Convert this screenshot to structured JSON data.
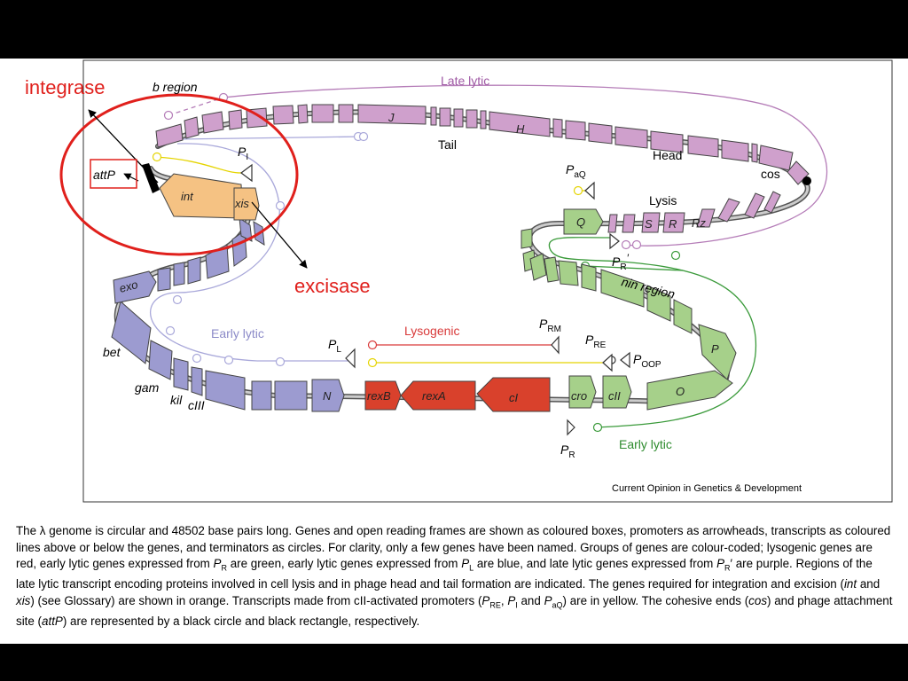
{
  "annotations": {
    "integrase": "integrase",
    "excisase": "excisase"
  },
  "labels": {
    "b_region": "b region",
    "late_lytic": "Late lytic",
    "tail": "Tail",
    "head": "Head",
    "cos": "cos",
    "lysis": "Lysis",
    "nin_region": "nin region",
    "early_lytic_left": "Early lytic",
    "early_lytic_right": "Early lytic",
    "lysogenic": "Lysogenic",
    "attP": "attP",
    "bet": "bet",
    "gam": "gam",
    "kil": "kil",
    "cIII": "cIII"
  },
  "promoters": {
    "PI": "P",
    "PI_sub": "I",
    "PaQ": "P",
    "PaQ_sub": "aQ",
    "PR_prime": "P",
    "PR_prime_sub": "R",
    "PR_prime_sup": "′",
    "PL": "P",
    "PL_sub": "L",
    "PRM": "P",
    "PRM_sub": "RM",
    "PRE": "P",
    "PRE_sub": "RE",
    "POOP": "P",
    "POOP_sub": "OOP",
    "PR": "P",
    "PR_sub": "R"
  },
  "genes": {
    "int": "int",
    "xis": "xis",
    "exo": "exo",
    "N": "N",
    "rexB": "rexB",
    "rexA": "rexA",
    "cI": "cI",
    "cro": "cro",
    "cII": "cII",
    "O": "O",
    "P": "P",
    "Q": "Q",
    "S": "S",
    "R": "R",
    "Rz": "Rz",
    "J": "J",
    "H": "H"
  },
  "credit": "Current Opinion in Genetics & Development",
  "caption": [
    {
      "t": "The λ genome is circular and 48502 base pairs long. Genes and open reading frames are shown as coloured boxes, promoters as arrowheads, transcripts as coloured lines above or below the genes, and terminators as circles. For clarity, only a few genes have been named. Groups of genes are colour-coded; lysogenic genes are red, early lytic genes expressed from ",
      "s": "n"
    },
    {
      "t": "P",
      "s": "i"
    },
    {
      "t": "R",
      "s": "sub"
    },
    {
      "t": " are green, early lytic genes expressed from ",
      "s": "n"
    },
    {
      "t": "P",
      "s": "i"
    },
    {
      "t": "L",
      "s": "sub"
    },
    {
      "t": " are blue, and late lytic genes expressed from ",
      "s": "n"
    },
    {
      "t": "P",
      "s": "i"
    },
    {
      "t": "R",
      "s": "sub"
    },
    {
      "t": "′",
      "s": "n"
    },
    {
      "t": " are purple. Regions of the late lytic transcript encoding proteins involved in cell lysis and in phage head and tail formation are indicated. The genes required for integration and excision (",
      "s": "n"
    },
    {
      "t": "int",
      "s": "i"
    },
    {
      "t": " and ",
      "s": "n"
    },
    {
      "t": "xis",
      "s": "i"
    },
    {
      "t": ") (see Glossary) are shown in orange. Transcripts made from cII-activated promoters (",
      "s": "n"
    },
    {
      "t": "P",
      "s": "i"
    },
    {
      "t": "RE",
      "s": "sub"
    },
    {
      "t": ", ",
      "s": "n"
    },
    {
      "t": "P",
      "s": "i"
    },
    {
      "t": "I",
      "s": "sub"
    },
    {
      "t": " and ",
      "s": "n"
    },
    {
      "t": "P",
      "s": "i"
    },
    {
      "t": "aQ",
      "s": "sub"
    },
    {
      "t": ") are in yellow. The cohesive ends (",
      "s": "n"
    },
    {
      "t": "cos",
      "s": "i"
    },
    {
      "t": ") and phage attachment site (",
      "s": "n"
    },
    {
      "t": "attP",
      "s": "i"
    },
    {
      "t": ") are represented by a black circle and black rectangle, respectively.",
      "s": "n"
    }
  ],
  "colors": {
    "purple": "#CFA0CC",
    "blue": "#9C9BD0",
    "green": "#A6D08A",
    "red": "#D9412C",
    "orange": "#F5C283",
    "yellow": "#F2E600",
    "annotation_red": "#E0201C",
    "purple_line": "#B57DB8",
    "blue_line": "#A9A8DA",
    "green_line": "#3A9A3A",
    "red_line": "#D93A3A"
  }
}
